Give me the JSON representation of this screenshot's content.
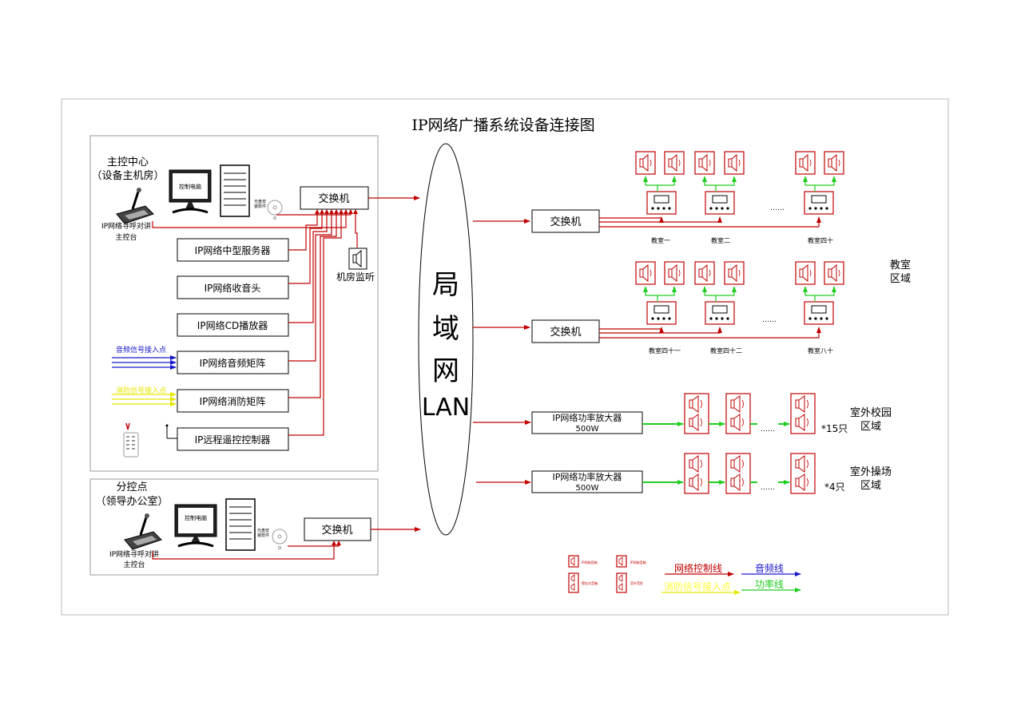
{
  "title": "IP网络广播系统设备连接图",
  "main_center": {
    "title_line1": "主控中心",
    "title_line2": "（设备主机房）",
    "monitor_label": "控制电脑",
    "disc_label_1": "光盘安",
    "disc_label_2": "装软件",
    "mic_label_1": "IP网络寻呼对讲",
    "mic_label_2": "主控台",
    "switch_label": "交换机",
    "monitor_room_label": "机房监听",
    "devices": [
      "IP网络中型服务器",
      "IP网络收音头",
      "IP网络CD播放器",
      "IP网络音频矩阵",
      "IP网络消防矩阵",
      "IP远程遥控控制器"
    ],
    "audio_input_label": "音频信号接入点",
    "fire_input_label": "消防信号接入点"
  },
  "branch": {
    "title_line1": "分控点",
    "title_line2": "（领导办公室）",
    "monitor_label": "控制电脑",
    "disc_label_1": "光盘安",
    "disc_label_2": "装软件",
    "mic_label_1": "IP网络寻呼对讲",
    "mic_label_2": "主控台",
    "switch_label": "交换机"
  },
  "lan": {
    "line1": "局",
    "line2": "域",
    "line3": "网",
    "line4": "LAN"
  },
  "classrooms": {
    "area_label_1": "教室",
    "area_label_2": "区域",
    "group1": {
      "switch_label": "交换机",
      "rooms": [
        "教室一",
        "教室二",
        "教室四十"
      ],
      "ellipsis": "……"
    },
    "group2": {
      "switch_label": "交换机",
      "rooms": [
        "教室四十一",
        "教室四十二",
        "教室八十"
      ],
      "ellipsis": "……"
    }
  },
  "outdoor": {
    "amp1": {
      "label": "IP网络功率放大器",
      "power": "500W",
      "area_1": "室外校园",
      "area_2": "区域",
      "count": "*15只",
      "ellipsis": "……"
    },
    "amp2": {
      "label": "IP网络功率放大器",
      "power": "500W",
      "area_1": "室外操场",
      "area_2": "区域",
      "count": "*4只",
      "ellipsis": "……"
    }
  },
  "legend": {
    "network_line": "网络控制线",
    "audio_line": "音频线",
    "fire_input": "消防信号接入点",
    "power_line": "功率线",
    "icon_note_1": "IP网络音箱",
    "icon_note_2": "壁挂式音箱",
    "icon_note_3": "IP网络音箱",
    "icon_note_4": "室外音柱"
  },
  "colors": {
    "network": "#c00000",
    "audio": "#1a1acc",
    "power": "#22cc22",
    "fire": "#ffff33"
  }
}
